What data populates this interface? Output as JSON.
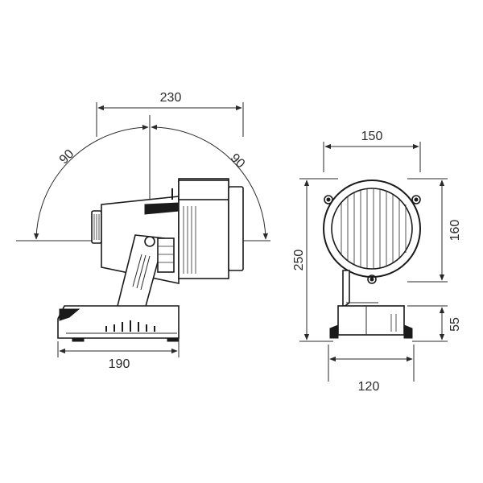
{
  "diagram": {
    "side_view": {
      "width_dim": "230",
      "left_angle": "90",
      "right_angle": "90",
      "base_dim": "190"
    },
    "front_view": {
      "width_dim": "150",
      "height_total": "250",
      "head_height": "160",
      "base_height": "55",
      "base_width": "120"
    },
    "colors": {
      "line": "#2a2a2a",
      "ink": "#1a1a1a",
      "background": "#ffffff"
    }
  }
}
